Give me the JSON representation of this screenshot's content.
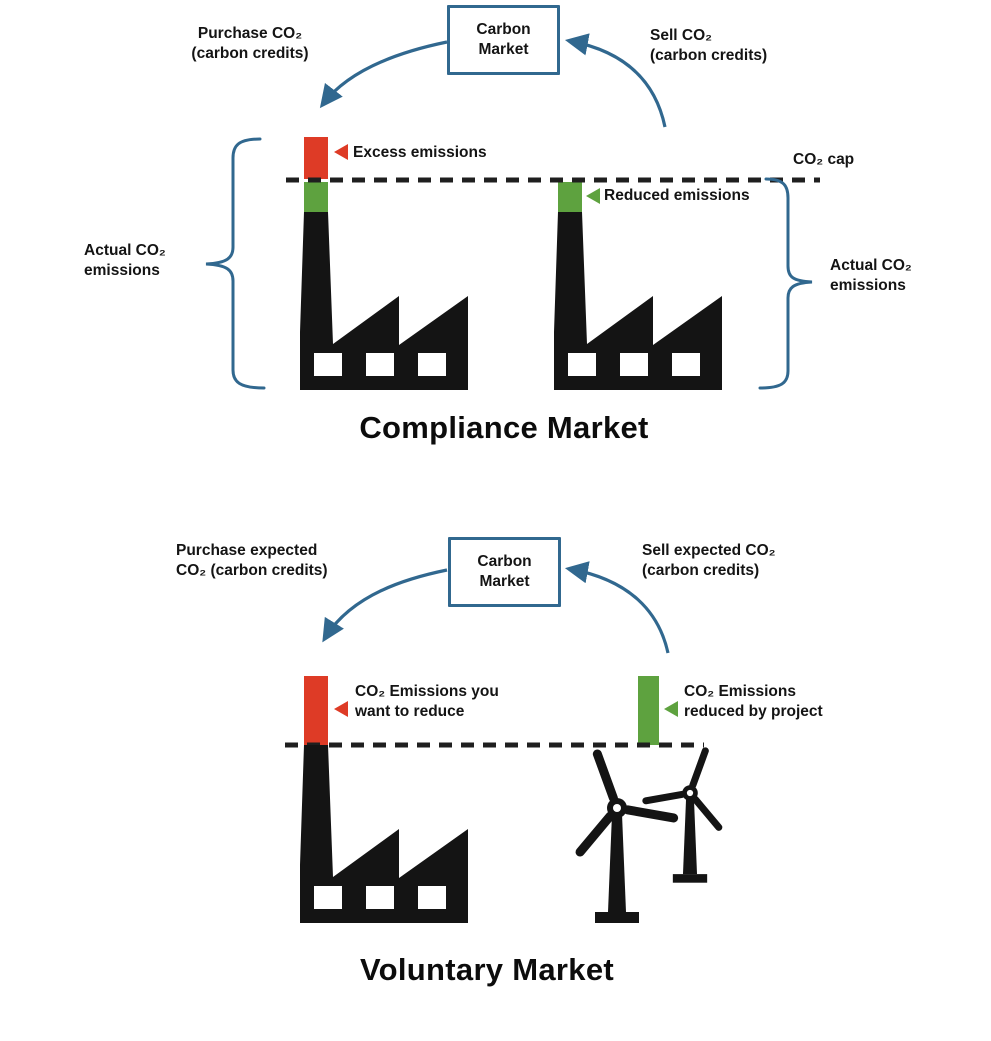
{
  "colors": {
    "blue": "#31688F",
    "red": "#DE3B26",
    "green": "#5EA23F",
    "ink": "#141414",
    "dash": "#1F1F1F"
  },
  "compliance": {
    "title": "Compliance Market",
    "market_box_label": "Carbon\nMarket",
    "purchase_label": "Purchase CO₂\n(carbon credits)",
    "sell_label": "Sell CO₂\n(carbon credits)",
    "excess_label": "Excess emissions",
    "reduced_label": "Reduced emissions",
    "cap_label": "CO₂ cap",
    "actual_left_label": "Actual CO₂\nemissions",
    "actual_right_label": "Actual CO₂\nemissions"
  },
  "voluntary": {
    "title": "Voluntary Market",
    "market_box_label": "Carbon\nMarket",
    "purchase_label": "Purchase expected\nCO₂ (carbon credits)",
    "sell_label": "Sell expected CO₂\n(carbon credits)",
    "reduce_label": "CO₂ Emissions you\nwant to reduce",
    "project_label": "CO₂ Emissions\nreduced by project"
  }
}
